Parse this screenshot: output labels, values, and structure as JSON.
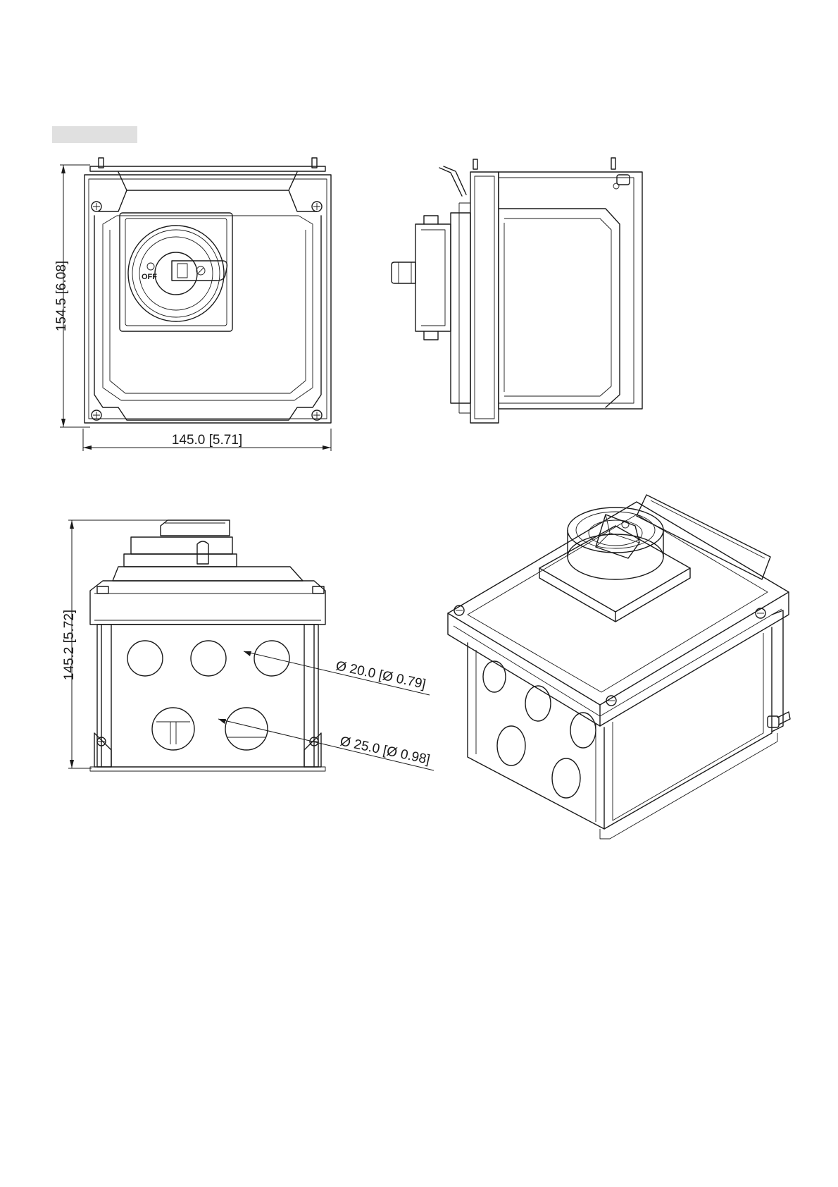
{
  "dimensions": {
    "front_height": "154.5 [6.08]",
    "front_width": "145.0 [5.71]",
    "bottom_height": "145.2 [5.72]",
    "hole_small": "Ø 20.0 [Ø 0.79]",
    "hole_large": "Ø 25.0 [Ø 0.98]"
  },
  "switch_label": "OFF",
  "colors": {
    "line": "#1a1a1a",
    "label_bar": "#e0e0e0",
    "background": "#ffffff"
  }
}
